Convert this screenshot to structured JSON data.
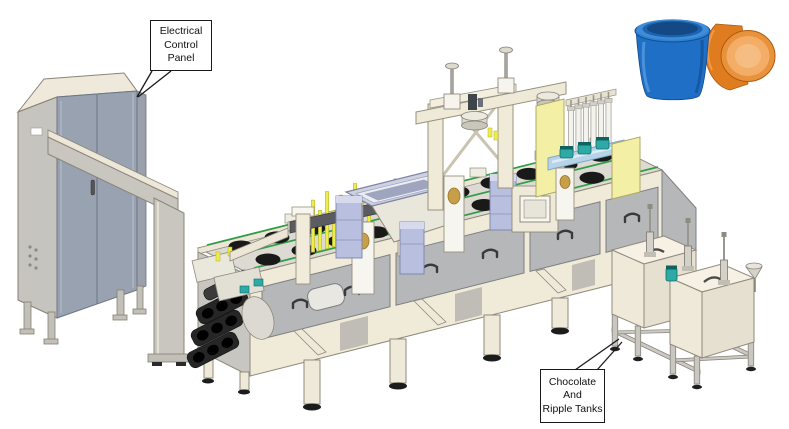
{
  "callouts": {
    "electrical_control_panel": {
      "line1": "Electrical",
      "line2": "Control",
      "line3": "Panel"
    },
    "chocolate_ripple_tanks": {
      "line1": "Chocolate",
      "line2": "And",
      "line3": "Ripple Tanks"
    }
  },
  "colors": {
    "cabinet_door": "#98a2b0",
    "machine_cream": "#f0ead9",
    "panel_gray": "#b6b7b9",
    "conveyor_green": "#2f9e44",
    "nozzle_yellow": "#eded4d",
    "pale_yellow": "#f3f0a6",
    "lavender": "#b9bfdf",
    "teal": "#2fa9a5",
    "beam_blue": "#b7d3e8",
    "tub_blue": "#1e6fc5",
    "tub_orange": "#e8923c",
    "tank_cream": "#f6f1e4"
  }
}
